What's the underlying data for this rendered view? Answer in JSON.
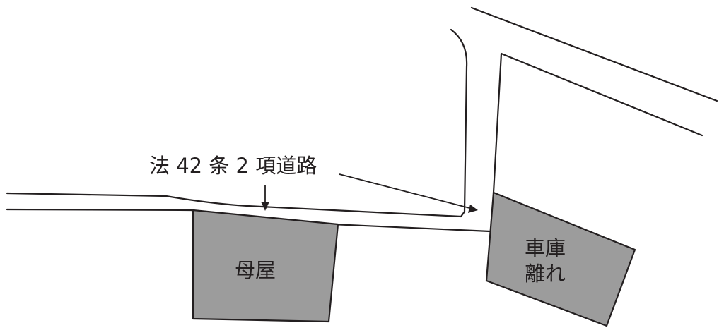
{
  "labels": {
    "road_label": "法 42 条 2 項道路",
    "main_house": "母屋",
    "annex_line1": "車庫",
    "annex_line2": "離れ"
  },
  "colors": {
    "line": "#231f20",
    "building_fill": "#9c9c9c",
    "background": "#ffffff"
  }
}
